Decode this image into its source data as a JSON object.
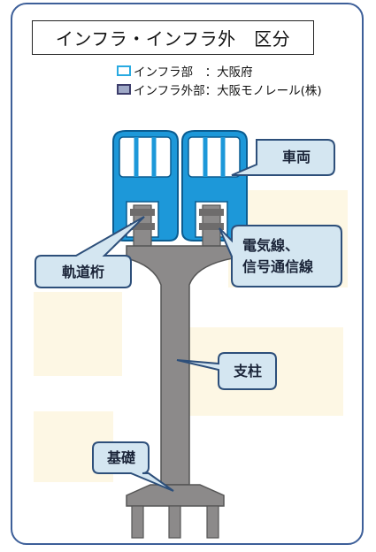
{
  "title": "インフラ・インフラ外　区分",
  "legend": [
    {
      "label": "インフラ部　：大阪府",
      "color": "#29aae1"
    },
    {
      "label": "インフラ外部：大阪モノレール(株)",
      "color": "#9fa9c7"
    }
  ],
  "labels": {
    "vehicle": "車両",
    "electric_line1": "電気線、",
    "electric_line2": "信号通信線",
    "track_beam": "軌道桁",
    "pillar": "支柱",
    "foundation": "基礎"
  },
  "colors": {
    "infra_blue": "#1d98d9",
    "structure_gray": "#8c8a8a",
    "frame_border": "#3d5f99",
    "callout_fill": "#d4e6f1"
  }
}
